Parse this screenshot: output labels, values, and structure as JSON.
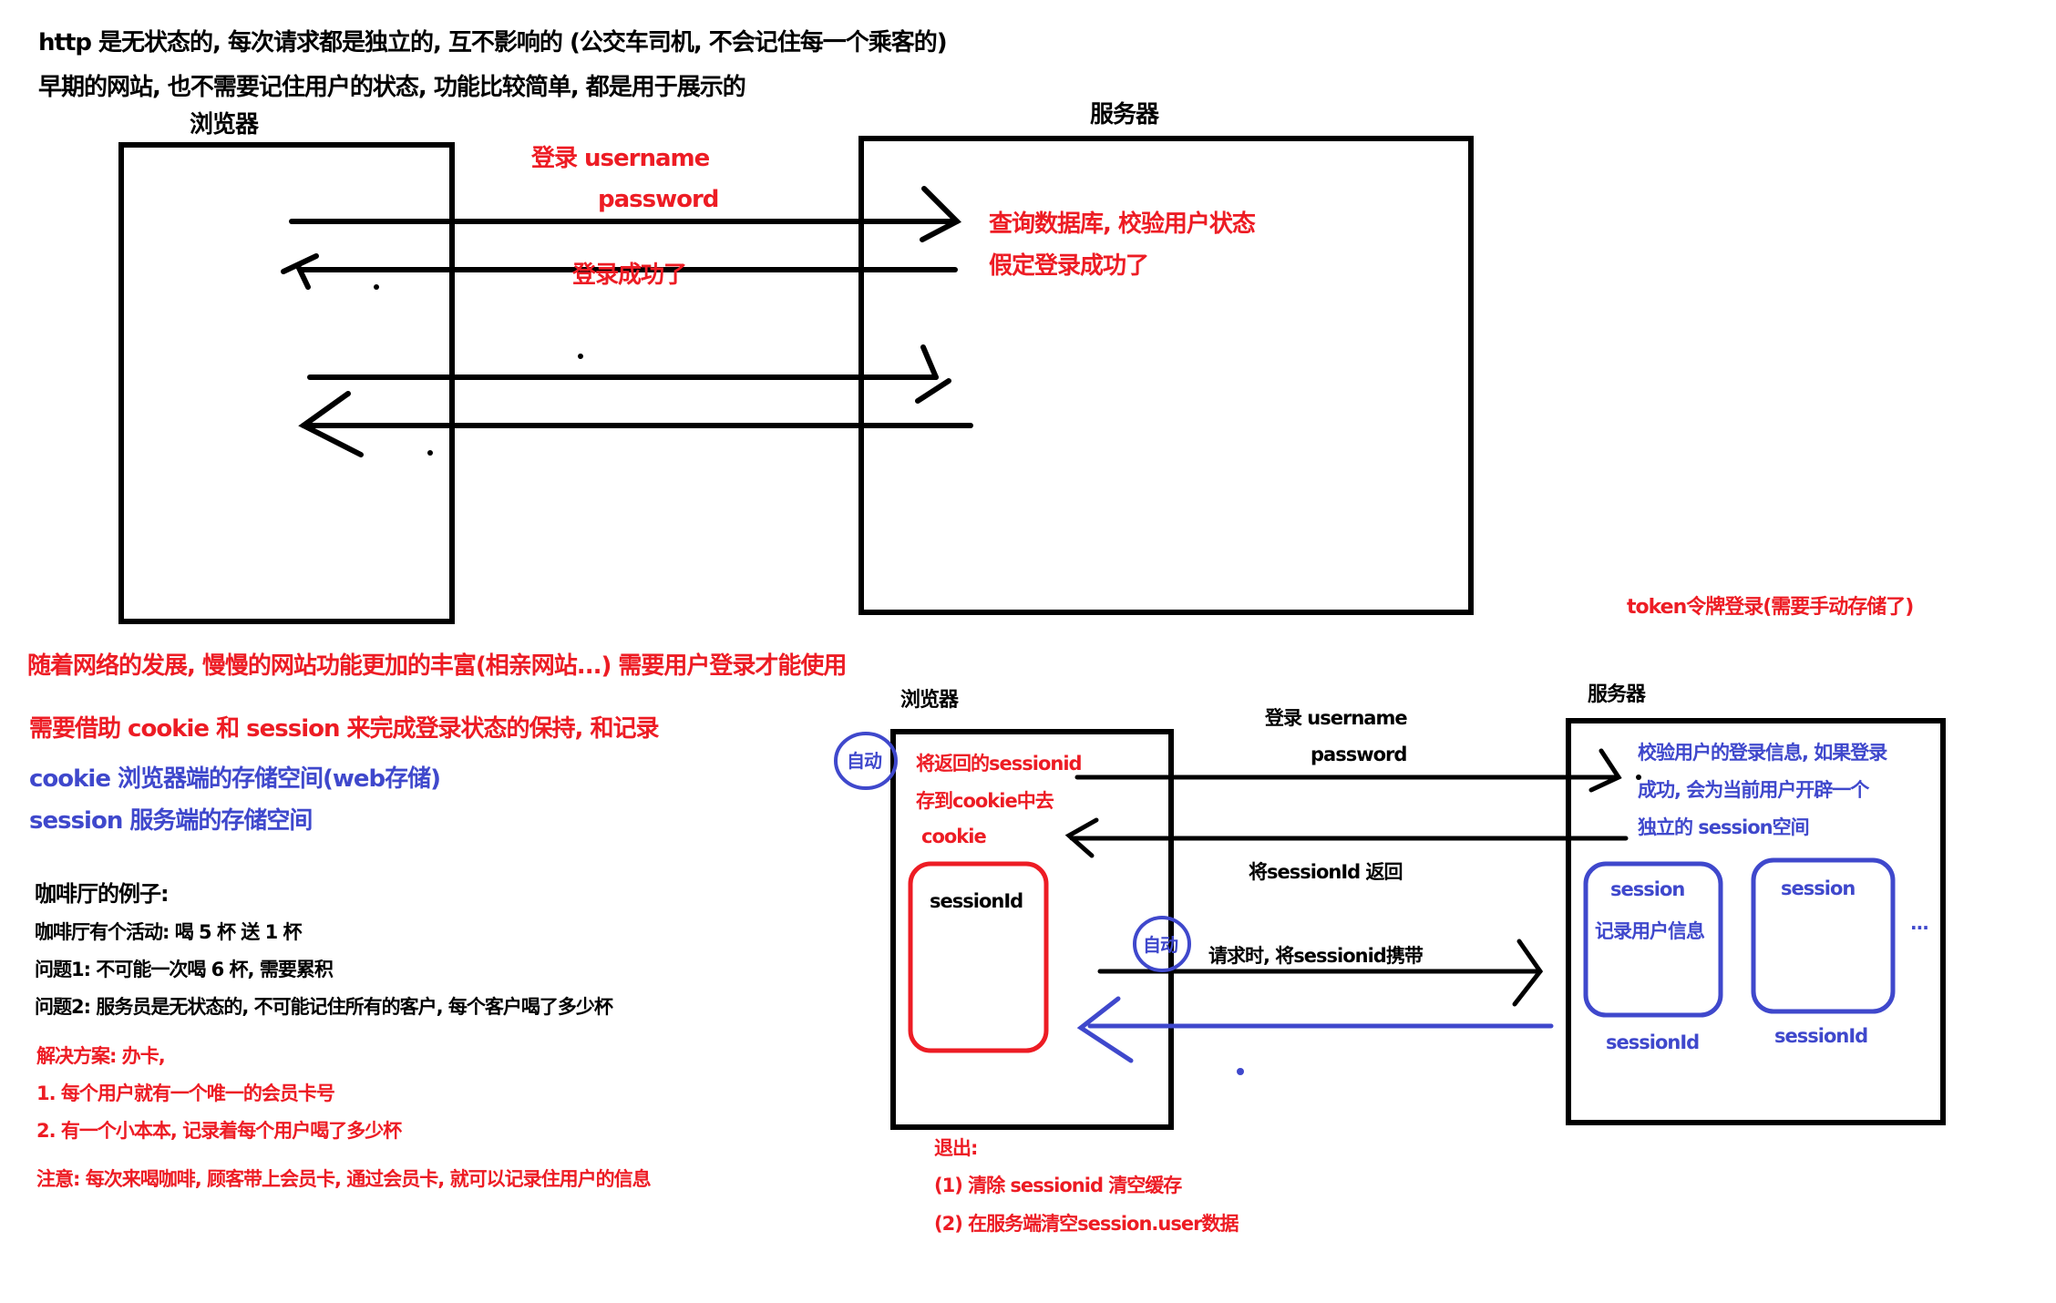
{
  "colors": {
    "black": "#000000",
    "red": "#ed1c24",
    "blue": "#3f48cc"
  },
  "intro": {
    "line1": "http 是无状态的, 每次请求都是独立的, 互不影响的 (公交车司机, 不会记住每一个乘客的)",
    "line2": "早期的网站, 也不需要记住用户的状态, 功能比较简单, 都是用于展示的"
  },
  "diagram1": {
    "browser_label": "浏览器",
    "server_label": "服务器",
    "login_label": "登录  username",
    "password_label": "password",
    "success_label": "登录成功了",
    "server_note1": "查询数据库, 校验用户状态",
    "server_note2": "假定登录成功了"
  },
  "token_note": "token令牌登录(需要手动存储了)",
  "explain": {
    "evolution": "随着网络的发展, 慢慢的网站功能更加的丰富(相亲网站...)  需要用户登录才能使用",
    "need": "需要借助  cookie  和  session 来完成登录状态的保持, 和记录",
    "cookie_def": "cookie  浏览器端的存储空间(web存储)",
    "session_def": "session 服务端的存储空间"
  },
  "coffee": {
    "title": "咖啡厅的例子:",
    "activity": "咖啡厅有个活动:  喝 5 杯 送 1 杯",
    "problem1": "问题1: 不可能一次喝 6 杯, 需要累积",
    "problem2": "问题2: 服务员是无状态的, 不可能记住所有的客户, 每个客户喝了多少杯",
    "solution_title": "解决方案: 办卡,",
    "solution1": "1. 每个用户就有一个唯一的会员卡号",
    "solution2": "2. 有一个小本本, 记录着每个用户喝了多少杯",
    "note": "注意: 每次来喝咖啡, 顾客带上会员卡, 通过会员卡, 就可以记录住用户的信息"
  },
  "diagram2": {
    "browser_label": "浏览器",
    "server_label": "服务器",
    "auto_badge_1": "自动",
    "auto_badge_2": "自动",
    "browser_note1": "将返回的sessionid",
    "browser_note2": "存到cookie中去",
    "cookie_label": "cookie",
    "cookie_store_label": "sessionId",
    "login_label": "登录 username",
    "password_label": "password",
    "return_label": "将sessionId 返回",
    "request_label": "请求时, 将sessionid携带",
    "server_note1": "校验用户的登录信息, 如果登录",
    "server_note2": "成功, 会为当前用户开辟一个",
    "server_note3": "独立的 session空间",
    "sessions": [
      {
        "title": "session",
        "content": "记录用户信息",
        "id_label": "sessionId"
      },
      {
        "title": "session",
        "content": "",
        "id_label": "sessionId"
      }
    ],
    "more": "..."
  },
  "logout": {
    "title": "退出:",
    "step1": "(1) 清除 sessionid    清空缓存",
    "step2": "(2) 在服务端清空session.user数据"
  }
}
